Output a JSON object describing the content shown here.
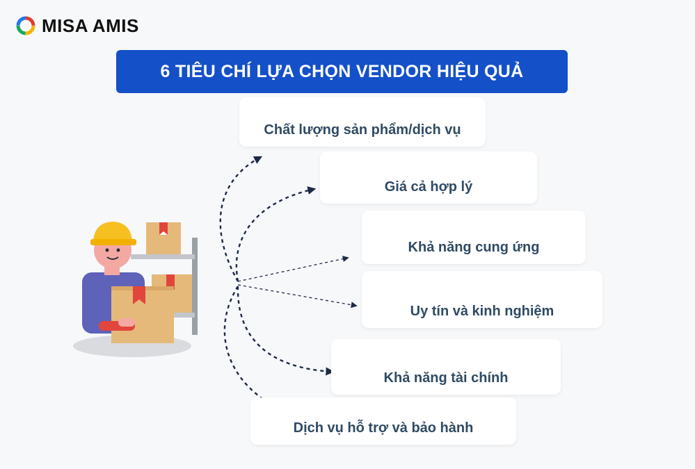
{
  "logo": {
    "text": "MISA AMIS"
  },
  "title": "6 TIÊU CHÍ LỰA CHỌN VENDOR HIỆU QUẢ",
  "criteria": [
    "Chất lượng sản phẩm/dịch vụ",
    "Giá cả hợp lý",
    "Khả năng cung ứng",
    "Uy tín và kinh nghiệm",
    "Khả năng tài chính",
    "Dịch vụ hỗ trợ và bảo hành"
  ],
  "colors": {
    "title_bg": "#1450c8",
    "card_text": "#2f4a63",
    "arrow": "#1c2a45"
  },
  "illustration": {
    "icon": "worker-carrying-boxes-icon"
  }
}
